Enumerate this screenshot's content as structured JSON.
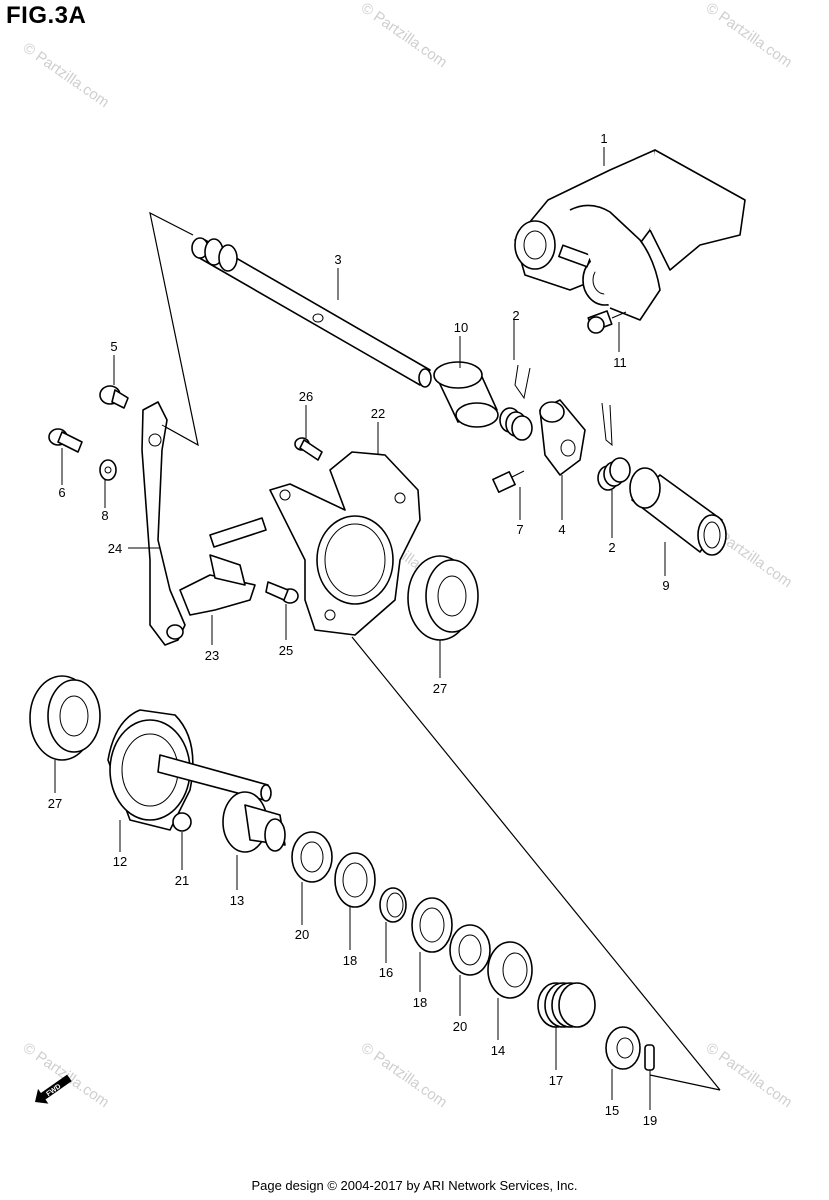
{
  "figure": {
    "title": "FIG.3A"
  },
  "footer": {
    "text": "Page design © 2004-2017 by ARI Network Services, Inc."
  },
  "watermark": {
    "text": "© Partzilla.com",
    "color": "#cfcfcf"
  },
  "direction_badge": {
    "text": "FWD",
    "icon": "fwd-arrow-icon"
  },
  "callouts": [
    "1",
    "2",
    "3",
    "10",
    "5",
    "26",
    "22",
    "11",
    "6",
    "8",
    "7",
    "4",
    "2",
    "24",
    "9",
    "23",
    "25",
    "27",
    "27",
    "12",
    "21",
    "13",
    "20",
    "18",
    "16",
    "18",
    "20",
    "14",
    "17",
    "15",
    "19"
  ]
}
